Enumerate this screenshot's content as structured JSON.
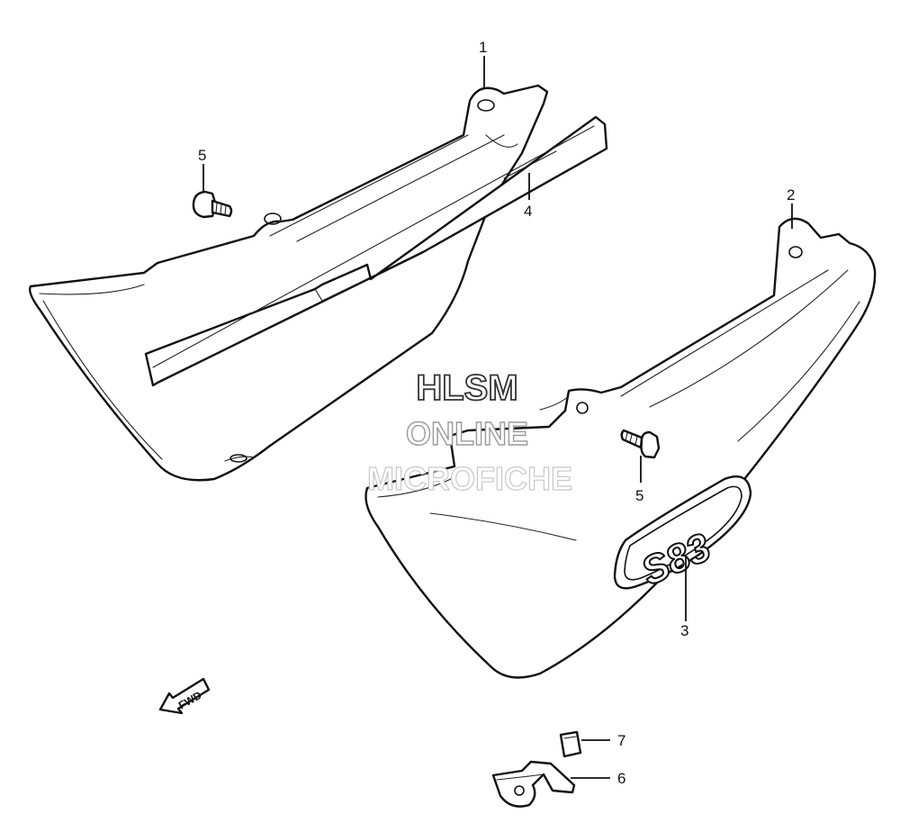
{
  "callouts": {
    "c1": "1",
    "c2": "2",
    "c3": "3",
    "c4": "4",
    "c5a": "5",
    "c5b": "5",
    "c6": "6",
    "c7": "7"
  },
  "watermark": {
    "line1": "HLSM",
    "line2": "ONLINE",
    "line3": "MICROFICHE"
  },
  "direction_arrow": {
    "label": "FWD",
    "icon": "forward-arrow-icon"
  },
  "emblem": {
    "text": "S83"
  }
}
